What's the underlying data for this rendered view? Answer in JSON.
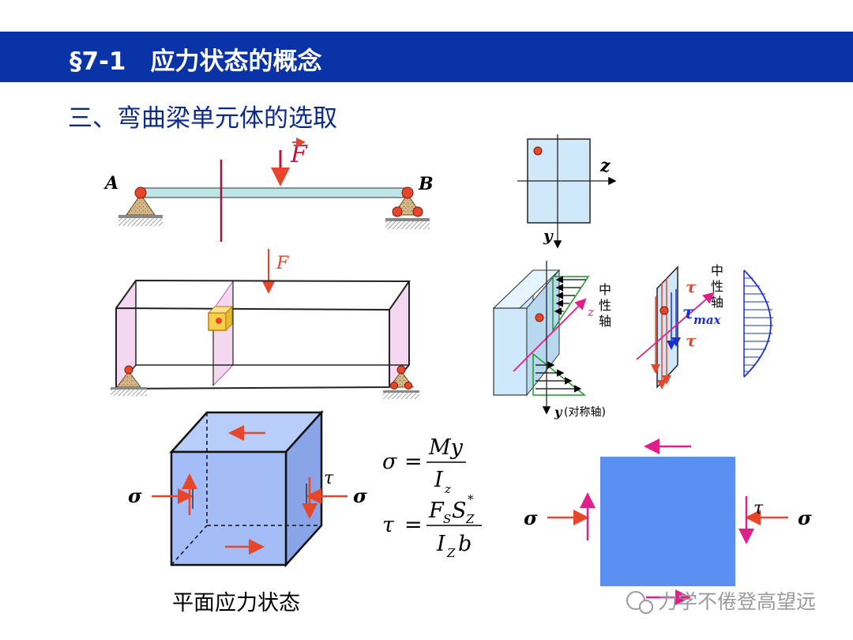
{
  "header": {
    "title": "§7-1　应力状态的概念"
  },
  "section_title": "三、弯曲梁单元体的选取",
  "beam": {
    "left_label": "A",
    "right_label": "B",
    "force_label": "F"
  },
  "beam3d": {
    "force_label": "F"
  },
  "cross_section": {
    "z_label": "z",
    "y_label": "y"
  },
  "bending_stress": {
    "z_label": "z",
    "neutral_axis": [
      "中",
      "性",
      "轴"
    ],
    "y_label": "y",
    "y_note": "(对称轴)"
  },
  "shear_stress": {
    "tau_top": "τ",
    "tau_max_sym": "τ",
    "tau_max_sub": "max",
    "tau_bottom": "τ",
    "neutral_axis": [
      "中",
      "性",
      "轴"
    ]
  },
  "element3d": {
    "sigma_left": "σ",
    "sigma_right": "σ",
    "tau_label": "τ"
  },
  "formulas": {
    "sigma": "σ",
    "eq": "=",
    "My": "My",
    "I": "I",
    "z": "z",
    "tau": "τ",
    "F": "F",
    "S_sub": "S",
    "S": "S",
    "Z_sub": "Z",
    "star": "*",
    "b": "b",
    "Iz_sub": "Z"
  },
  "plane_element": {
    "sigma_left": "σ",
    "sigma_right": "σ",
    "tau_label": "τ"
  },
  "caption": "平面应力状态",
  "watermark": "力学不倦登高望远",
  "colors": {
    "title_bar": "#0b33a8",
    "subtitle": "#0b2a90",
    "arrow_red": "#e8462a",
    "arrow_magenta": "#e0208a",
    "element_blue": "#5b8ff0"
  }
}
